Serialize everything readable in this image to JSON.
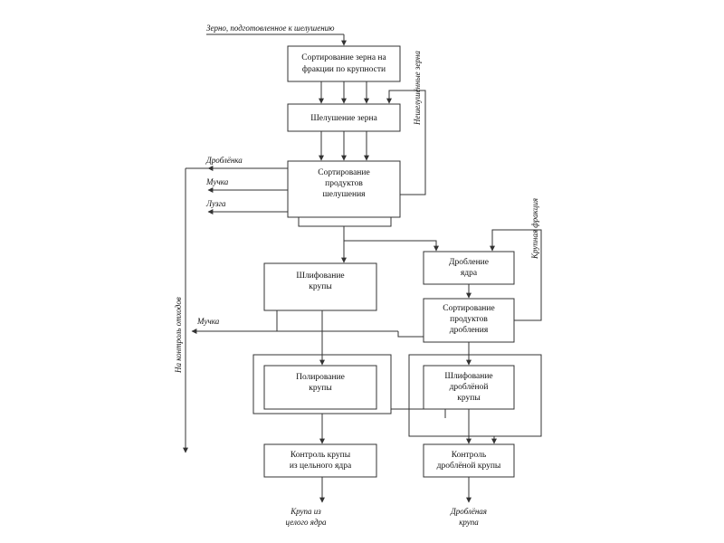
{
  "input_label": "Зерно, подготовленное  к шелушению",
  "boxes": {
    "sort_grain": [
      "Сортирование зерна на",
      "фракции по крупности"
    ],
    "hulling": [
      "Шелушение зерна"
    ],
    "sort_hulled": [
      "Сортирование",
      "продуктов",
      "шелушения"
    ],
    "grinding": [
      "Шлифование",
      "крупы"
    ],
    "crushing": [
      "Дробление",
      "ядра"
    ],
    "sort_crushed": [
      "Сортирование",
      "продуктов",
      "дробления"
    ],
    "polishing": [
      "Полирование",
      "крупы"
    ],
    "grinding_crushed": [
      "Шлифование",
      "дроблёной",
      "крупы"
    ],
    "control_whole": [
      "Контроль крупы",
      "из цельного ядра"
    ],
    "control_crushed": [
      "Контроль",
      "дроблёной крупы"
    ]
  },
  "side_labels": {
    "drobyonka": "Дроблёнка",
    "muchka": "Мучка",
    "luzga": "Лузга",
    "muchka2": "Мучка",
    "waste_control": "На контроль отходов",
    "unhulled": "Нешелушённые зерна",
    "large_fraction": "Крупная фракция"
  },
  "outputs": {
    "whole": [
      "Крупа из",
      "целого ядра"
    ],
    "crushed": [
      "Дроблёная",
      "крупа"
    ]
  }
}
